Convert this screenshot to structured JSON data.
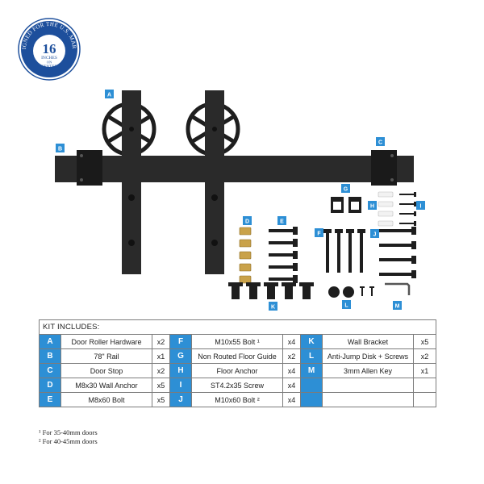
{
  "badge": {
    "arc_top": "DESIGNED FOR THE U.S. MARKET",
    "number": "16",
    "unit": "INCHES",
    "on": "ON",
    "center": "CENTER",
    "color": "#1d4f9c"
  },
  "callouts": {
    "A": "A",
    "B": "B",
    "C": "C",
    "D": "D",
    "E": "E",
    "F": "F",
    "G": "G",
    "H": "H",
    "I": "I",
    "J": "J",
    "K": "K",
    "L": "L",
    "M": "M",
    "color": "#2d8fd5"
  },
  "kit": {
    "header": "KIT INCLUDES:",
    "rows": [
      [
        {
          "letter": "A",
          "name": "Door Roller Hardware",
          "qty": "x2"
        },
        {
          "letter": "F",
          "name": "M10x55 Bolt ¹",
          "qty": "x4"
        },
        {
          "letter": "K",
          "name": "Wall Bracket",
          "qty": "x5"
        }
      ],
      [
        {
          "letter": "B",
          "name": "78\" Rail",
          "qty": "x1"
        },
        {
          "letter": "G",
          "name": "Non Routed Floor Guide",
          "qty": "x2"
        },
        {
          "letter": "L",
          "name": "Anti-Jump Disk + Screws",
          "qty": "x2"
        }
      ],
      [
        {
          "letter": "C",
          "name": "Door Stop",
          "qty": "x2"
        },
        {
          "letter": "H",
          "name": "Floor Anchor",
          "qty": "x4"
        },
        {
          "letter": "M",
          "name": "3mm Allen Key",
          "qty": "x1"
        }
      ],
      [
        {
          "letter": "D",
          "name": "M8x30 Wall Anchor",
          "qty": "x5"
        },
        {
          "letter": "I",
          "name": "ST4.2x35 Screw",
          "qty": "x4"
        },
        {
          "letter": "",
          "name": "",
          "qty": ""
        }
      ],
      [
        {
          "letter": "E",
          "name": "M8x60 Bolt",
          "qty": "x5"
        },
        {
          "letter": "J",
          "name": "M10x60 Bolt ²",
          "qty": "x4"
        },
        {
          "letter": "",
          "name": "",
          "qty": ""
        }
      ]
    ]
  },
  "notes": [
    "¹ For 35-40mm doors",
    "² For 40-45mm doors"
  ]
}
